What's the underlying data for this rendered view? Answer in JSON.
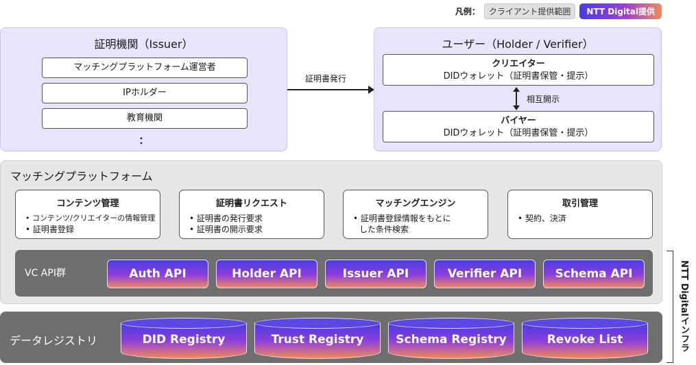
{
  "legend": {
    "title": "凡例：",
    "client_scope": "クライアント提供範囲",
    "ntt_provided": "NTT Digital提供"
  },
  "issuer": {
    "title": "証明機関（Issuer）",
    "items": [
      "マッチングプラットフォーム運営者",
      "IPホルダー",
      "教育機関"
    ],
    "ellipsis": "："
  },
  "issuance": {
    "label": "証明書発行"
  },
  "user": {
    "title": "ユーザー（Holder / Verifier）",
    "creator": {
      "title": "クリエイター",
      "sub": "DIDウォレット（証明書保管・提示）"
    },
    "buyer": {
      "title": "バイヤー",
      "sub": "DIDウォレット（証明書保管・提示）"
    },
    "mutual_label": "相互開示"
  },
  "platform": {
    "title": "マッチングプラットフォーム",
    "features": [
      {
        "title": "コンテンツ管理",
        "items": [
          "コンテンツ/クリエイターの情報管理",
          "証明書登録"
        ]
      },
      {
        "title": "証明書リクエスト",
        "items": [
          "証明書の発行要求",
          "証明書の開示要求"
        ]
      },
      {
        "title": "マッチングエンジン",
        "items": [
          "証明書登録情報をもとに",
          "した条件検索"
        ]
      },
      {
        "title": "取引管理",
        "items": [
          "契約、決済"
        ]
      }
    ],
    "api_group": {
      "label": "VC API群",
      "apis": [
        "Auth API",
        "Holder API",
        "Issuer API",
        "Verifier API",
        "Schema API"
      ]
    }
  },
  "registry": {
    "label": "データレジストリ",
    "items": [
      "DID Registry",
      "Trust Registry",
      "Schema Registry",
      "Revoke List"
    ]
  },
  "infra_label": "NTT Digitalインフラ",
  "colors": {
    "panel_purple": "#e9e3fb",
    "gradient_start": "#4a3de0",
    "gradient_end": "#f28a5c",
    "dark_gray": "#6e6e6e"
  }
}
